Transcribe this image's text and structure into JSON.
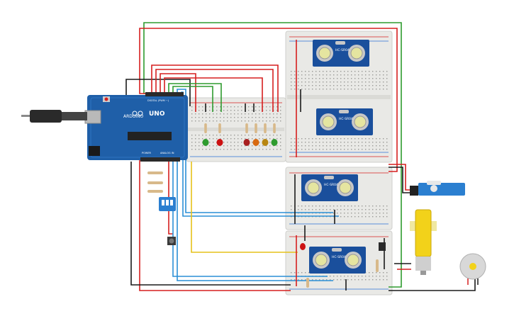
{
  "arduino": {
    "brand": "ARDUINO",
    "model": "UNO",
    "header_digital": "DIGITAL (PWM ~)",
    "header_power": "POWER",
    "header_analog": "ANALOG IN"
  },
  "sensors": [
    {
      "label": "HC-SR04"
    },
    {
      "label": "HC-SR04"
    },
    {
      "label": "HC-SR04"
    },
    {
      "label": "HC-SR04"
    }
  ],
  "colors": {
    "wire_red": "#d61f1f",
    "wire_black": "#1a1a1a",
    "wire_green": "#2e9b2e",
    "wire_yellow": "#e6c21a",
    "wire_blue": "#2b8fd6",
    "board_blue": "#1f5fa8",
    "sensor_blue": "#1a4f9c",
    "breadboard": "#e9e9e6"
  },
  "icons": [
    "usb-cable-icon",
    "servo-motor-icon",
    "dc-gear-motor-icon",
    "dc-motor-icon",
    "pushbutton-icon",
    "dip-switch-icon",
    "buzzer-icon"
  ]
}
